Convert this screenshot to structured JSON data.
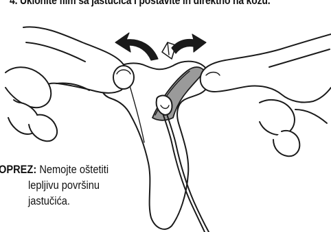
{
  "caption": {
    "step_text": "4.  Uklonite film sa jastučića i postavite ih direktno na kožu."
  },
  "caution": {
    "label": "OPREZ:",
    "line1": "Nemojte oštetiti",
    "line2": "lepljivu površinu",
    "line3": "jastučića."
  },
  "colors": {
    "stroke": "#1a1a1a",
    "film_fill": "#9a9a9a",
    "background": "#ffffff"
  },
  "icons": {
    "arrow_left": "curved-arrow-up-left-icon",
    "arrow_right": "curved-arrow-right-icon",
    "peel_corner": "peeled-film-corner-icon"
  }
}
